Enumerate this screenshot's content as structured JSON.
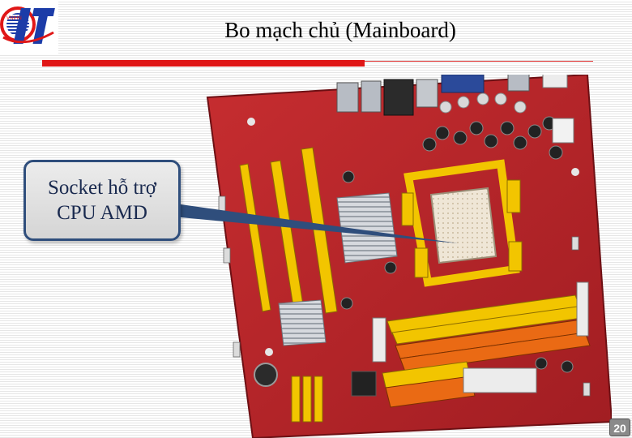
{
  "header": {
    "title": "Bo mạch chủ (Mainboard)",
    "logo": {
      "icon": "it-logo-icon",
      "text": "IT",
      "colors": {
        "blue": "#1c3ca8",
        "red": "#e01717"
      }
    }
  },
  "callout": {
    "text": "Socket hỗ trợ\nCPU AMD"
  },
  "image": {
    "subject": "mainboard-photo",
    "colors": {
      "pcb": "#b8262b",
      "slot_yellow": "#f2c500",
      "slot_orange": "#ea6a14"
    }
  },
  "footer": {
    "slide_number": "20"
  }
}
